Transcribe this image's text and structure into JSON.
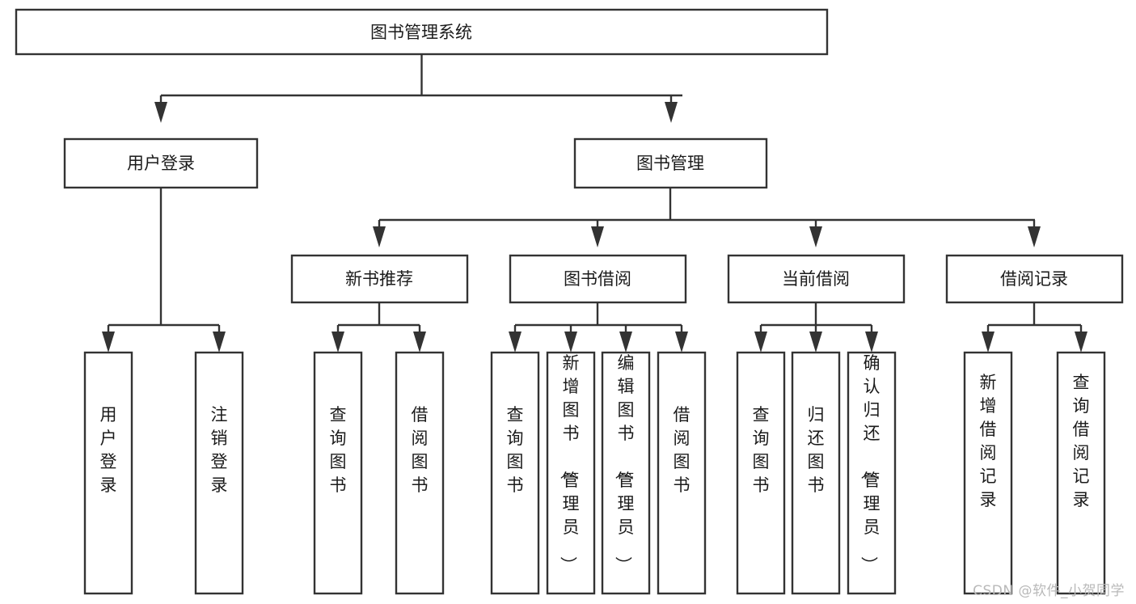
{
  "diagram": {
    "title": "图书管理系统",
    "type": "tree-hierarchy-diagram",
    "watermark": "CSDN @软件_小贺同学",
    "colors": {
      "box_stroke": "#333333",
      "box_fill": "#ffffff",
      "text": "#1b1b1b",
      "background": "#ffffff",
      "watermark": "#b9b9b9"
    },
    "levels": {
      "root": {
        "label": "图书管理系统"
      },
      "level2": [
        {
          "id": "user-login",
          "label": "用户登录"
        },
        {
          "id": "book-management",
          "label": "图书管理"
        }
      ],
      "level3": [
        {
          "id": "new-book-recommend",
          "label": "新书推荐",
          "parent": "book-management"
        },
        {
          "id": "book-borrow",
          "label": "图书借阅",
          "parent": "book-management"
        },
        {
          "id": "current-borrow",
          "label": "当前借阅",
          "parent": "book-management"
        },
        {
          "id": "borrow-record",
          "label": "借阅记录",
          "parent": "book-management"
        }
      ],
      "leaves": [
        {
          "id": "leaf-user-login",
          "label": "用户登录",
          "parent": "user-login"
        },
        {
          "id": "leaf-logout-login",
          "label": "注销登录",
          "parent": "user-login"
        },
        {
          "id": "leaf-query-book-1",
          "label": "查询图书",
          "parent": "new-book-recommend"
        },
        {
          "id": "leaf-borrow-book-1",
          "label": "借阅图书",
          "parent": "new-book-recommend"
        },
        {
          "id": "leaf-query-book-2",
          "label": "查询图书",
          "parent": "book-borrow"
        },
        {
          "id": "leaf-add-book",
          "label": "新增图书（管理员）",
          "parent": "book-borrow"
        },
        {
          "id": "leaf-edit-book",
          "label": "编辑图书（管理员）",
          "parent": "book-borrow"
        },
        {
          "id": "leaf-borrow-book-2",
          "label": "借阅图书",
          "parent": "book-borrow"
        },
        {
          "id": "leaf-query-book-3",
          "label": "查询图书",
          "parent": "current-borrow"
        },
        {
          "id": "leaf-return-book",
          "label": "归还图书",
          "parent": "current-borrow"
        },
        {
          "id": "leaf-confirm-return",
          "label": "确认归还（管理员）",
          "parent": "current-borrow"
        },
        {
          "id": "leaf-add-record",
          "label": "新增借阅记录",
          "parent": "borrow-record"
        },
        {
          "id": "leaf-query-record",
          "label": "查询借阅记录",
          "parent": "borrow-record"
        }
      ]
    }
  }
}
